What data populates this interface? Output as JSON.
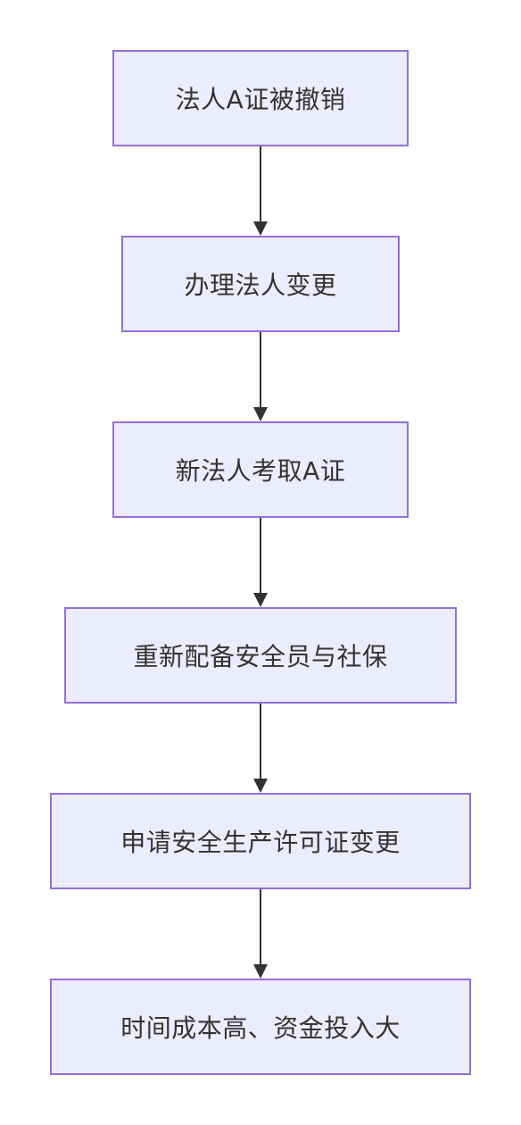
{
  "diagram": {
    "type": "flowchart",
    "direction": "top-down",
    "colors": {
      "node_fill": "#ECECFF",
      "node_border": "#9370DB",
      "text": "#333333",
      "edge": "#333333"
    },
    "nodes": [
      {
        "id": "n1",
        "label": "法人A证被撤销"
      },
      {
        "id": "n2",
        "label": "办理法人变更"
      },
      {
        "id": "n3",
        "label": "新法人考取A证"
      },
      {
        "id": "n4",
        "label": "重新配备安全员与社保"
      },
      {
        "id": "n5",
        "label": "申请安全生产许可证变更"
      },
      {
        "id": "n6",
        "label": "时间成本高、资金投入大"
      }
    ],
    "edges": [
      {
        "from": "n1",
        "to": "n2"
      },
      {
        "from": "n2",
        "to": "n3"
      },
      {
        "from": "n3",
        "to": "n4"
      },
      {
        "from": "n4",
        "to": "n5"
      },
      {
        "from": "n5",
        "to": "n6"
      }
    ]
  }
}
